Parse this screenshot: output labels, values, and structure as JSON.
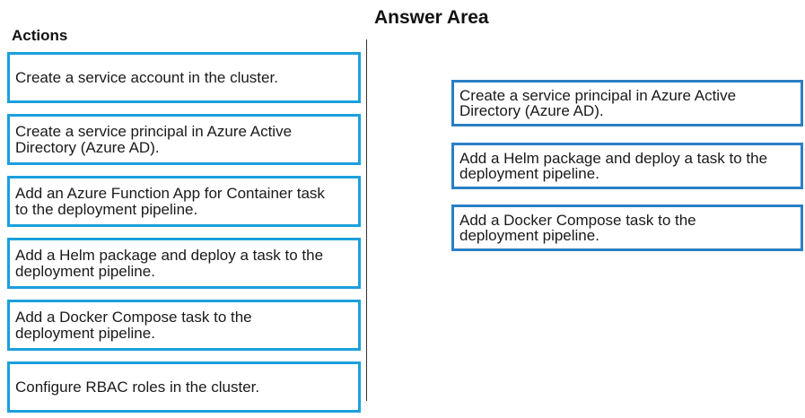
{
  "answer_area": {
    "title": "Answer Area",
    "items": [
      "Create a service principal in Azure Active Directory (Azure AD).",
      "Add a Helm package and deploy a task to the deployment pipeline.",
      "Add a Docker Compose task to the deployment pipeline."
    ]
  },
  "actions": {
    "title": "Actions",
    "items": [
      "Create a service account in the cluster.",
      "Create a service principal in Azure Active Directory (Azure AD).",
      "Add an Azure Function App for Container task to the deployment pipeline.",
      "Add a Helm package and deploy a task to the deployment pipeline.",
      "Add a Docker Compose task to the deployment pipeline.",
      "Configure RBAC roles in the cluster."
    ]
  },
  "colors": {
    "action_border": "#1aa0dd",
    "answer_border": "#2a7fc4",
    "answer_outer": "#c0384a"
  }
}
